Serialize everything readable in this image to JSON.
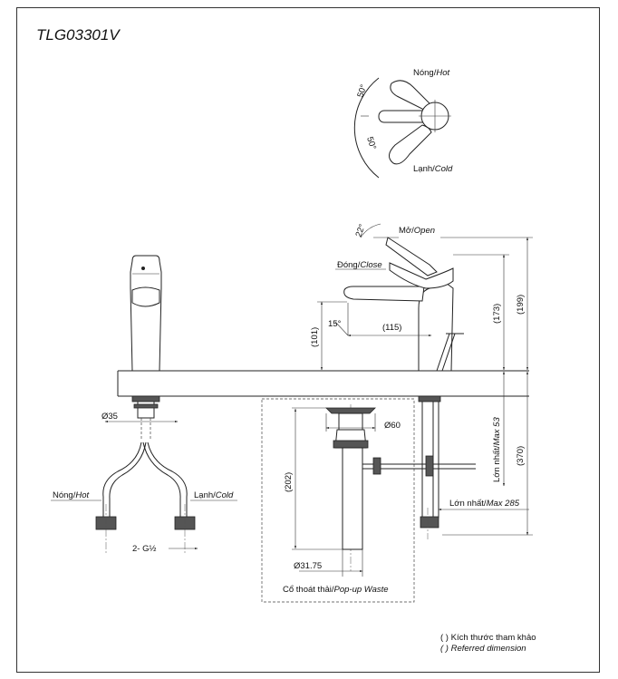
{
  "title": "TLG03301V",
  "handle_angles": {
    "hot_label_vi": "Nóng/",
    "hot_label_en": "Hot",
    "cold_label_vi": "Lạnh/",
    "cold_label_en": "Cold",
    "angle_up": "50°",
    "angle_down": "50°"
  },
  "side_view": {
    "open_label_vi": "Mở/",
    "open_label_en": "Open",
    "close_label_vi": "Đóng/",
    "close_label_en": "Close",
    "open_angle": "22°",
    "spout_angle": "15°",
    "reach": "(115)",
    "spout_height": "(101)",
    "lever_height": "(173)",
    "overall_height": "(199)",
    "max_thickness_vi": "Lớn nhất/",
    "max_thickness_en": "Max 53",
    "below_deck": "(370)",
    "max_reach_vi": "Lớn nhất/",
    "max_reach_en": "Max 285"
  },
  "front_view": {
    "shank_diameter": "Ø35",
    "hot_label_vi": "Nóng/",
    "hot_label_en": "Hot",
    "cold_label_vi": "Lạnh/",
    "cold_label_en": "Cold",
    "thread": "2- G½"
  },
  "waste": {
    "flange_diameter": "Ø60",
    "length": "(202)",
    "tail_diameter": "Ø31.75",
    "caption_vi": "Cổ thoát thải/",
    "caption_en": "Pop-up Waste"
  },
  "note": {
    "line_vi": "( ) Kích thước tham khảo",
    "line_en": "( ) Referred dimension"
  }
}
